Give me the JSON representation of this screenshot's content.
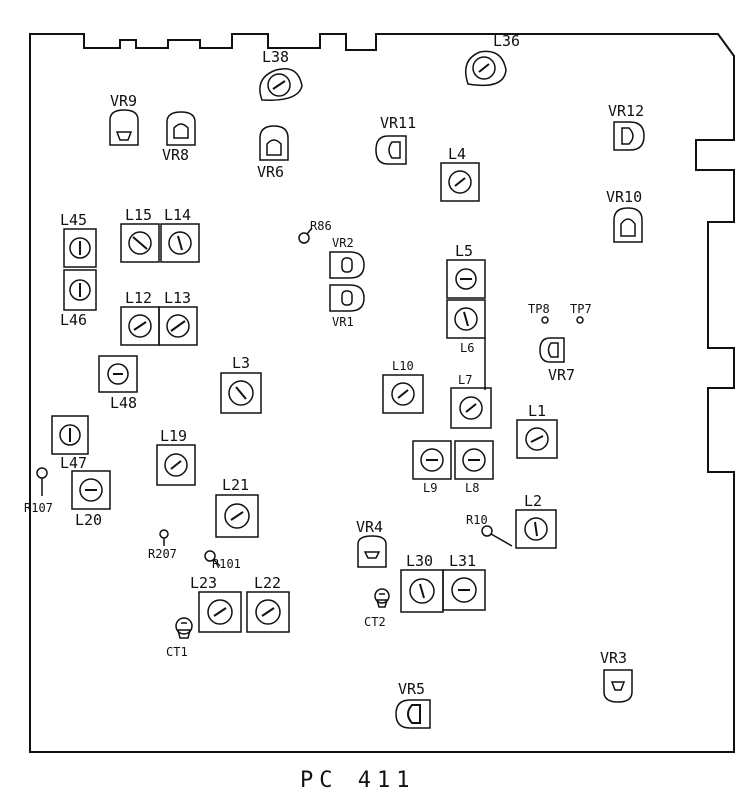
{
  "board": {
    "title": "PC 411"
  },
  "coils": [
    {
      "id": "L45",
      "label": "L45"
    },
    {
      "id": "L46",
      "label": "L46"
    },
    {
      "id": "L15",
      "label": "L15"
    },
    {
      "id": "L14",
      "label": "L14"
    },
    {
      "id": "L12",
      "label": "L12"
    },
    {
      "id": "L13",
      "label": "L13"
    },
    {
      "id": "L48",
      "label": "L48"
    },
    {
      "id": "L3",
      "label": "L3"
    },
    {
      "id": "L47",
      "label": "L47"
    },
    {
      "id": "L19",
      "label": "L19"
    },
    {
      "id": "L20",
      "label": "L20"
    },
    {
      "id": "L21",
      "label": "L21"
    },
    {
      "id": "L23",
      "label": "L23"
    },
    {
      "id": "L22",
      "label": "L22"
    },
    {
      "id": "L4",
      "label": "L4"
    },
    {
      "id": "L5",
      "label": "L5"
    },
    {
      "id": "L6",
      "label": "L6"
    },
    {
      "id": "L10",
      "label": "L10"
    },
    {
      "id": "L7",
      "label": "L7"
    },
    {
      "id": "L9",
      "label": "L9"
    },
    {
      "id": "L8",
      "label": "L8"
    },
    {
      "id": "L1",
      "label": "L1"
    },
    {
      "id": "L2",
      "label": "L2"
    },
    {
      "id": "L30",
      "label": "L30"
    },
    {
      "id": "L31",
      "label": "L31"
    },
    {
      "id": "L38",
      "label": "L38"
    },
    {
      "id": "L36",
      "label": "L36"
    }
  ],
  "trimmers": [
    {
      "id": "VR9",
      "label": "VR9"
    },
    {
      "id": "VR8",
      "label": "VR8"
    },
    {
      "id": "VR6",
      "label": "VR6"
    },
    {
      "id": "VR11",
      "label": "VR11"
    },
    {
      "id": "VR12",
      "label": "VR12"
    },
    {
      "id": "VR10",
      "label": "VR10"
    },
    {
      "id": "VR2",
      "label": "VR2"
    },
    {
      "id": "VR1",
      "label": "VR1"
    },
    {
      "id": "VR7",
      "label": "VR7"
    },
    {
      "id": "VR4",
      "label": "VR4"
    },
    {
      "id": "VR3",
      "label": "VR3"
    },
    {
      "id": "VR5",
      "label": "VR5"
    }
  ],
  "resistors": [
    {
      "id": "R86",
      "label": "R86"
    },
    {
      "id": "R107",
      "label": "R107"
    },
    {
      "id": "R207",
      "label": "R207"
    },
    {
      "id": "R101",
      "label": "R101"
    },
    {
      "id": "R10",
      "label": "R10"
    }
  ],
  "capacitors": [
    {
      "id": "CT1",
      "label": "CT1"
    },
    {
      "id": "CT2",
      "label": "CT2"
    }
  ],
  "test_points": [
    {
      "id": "TP8",
      "label": "TP8"
    },
    {
      "id": "TP7",
      "label": "TP7"
    }
  ]
}
